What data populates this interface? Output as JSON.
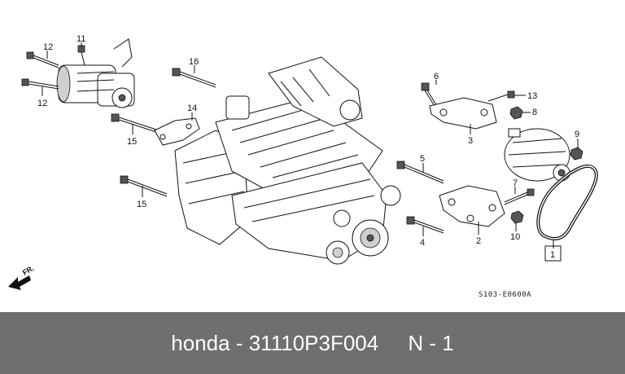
{
  "diagram": {
    "callouts": [
      "1",
      "2",
      "3",
      "4",
      "5",
      "6",
      "7",
      "8",
      "9",
      "10",
      "11",
      "12",
      "12",
      "13",
      "14",
      "15",
      "15",
      "16"
    ],
    "direction_label": "FR.",
    "drawing_code": "S103-E0600A"
  },
  "footer": {
    "brand": "honda",
    "separator": " - ",
    "part_number": "31110P3F004",
    "gap": "     ",
    "quantity": "N - 1"
  }
}
